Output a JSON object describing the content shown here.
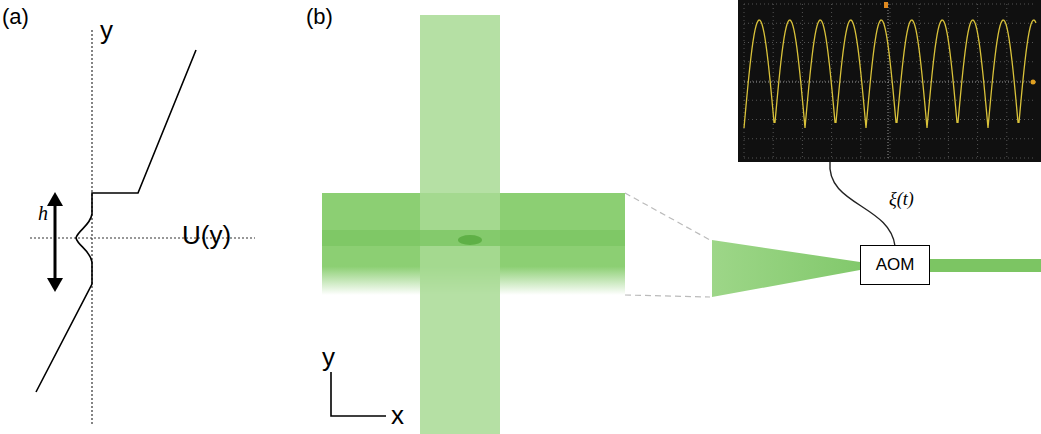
{
  "diagram": {
    "nodes": [
      {
        "text": [
          "AOM"
        ]
      }
    ],
    "edges": [],
    "labels": [
      "(a)",
      "y",
      "h",
      "U(y)",
      "(b)",
      "ξ(t)",
      "y",
      "x"
    ]
  }
}
